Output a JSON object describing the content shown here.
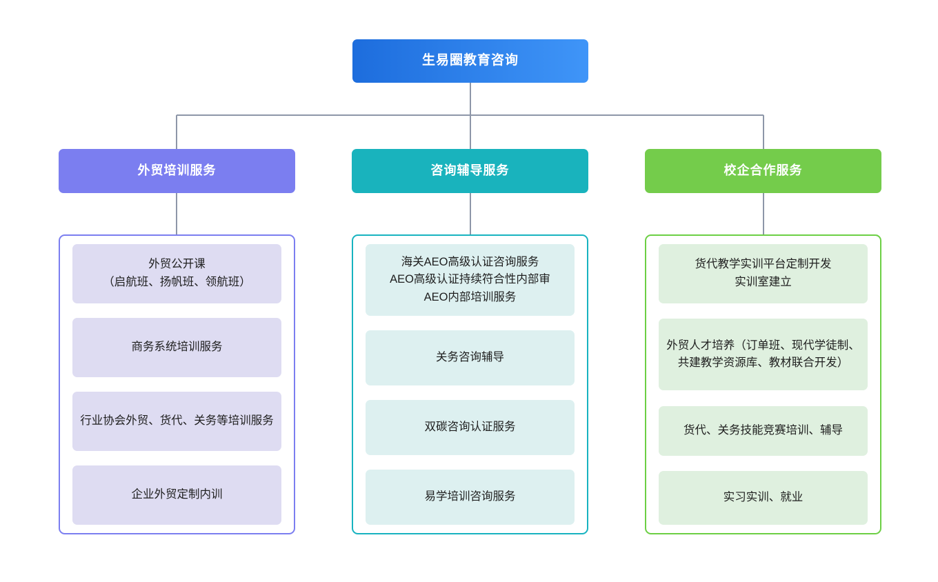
{
  "root": {
    "label": "生易圈教育咨询",
    "gradient_from": "#1d6ddd",
    "gradient_to": "#3f95f8",
    "text_color": "#ffffff"
  },
  "connector_color": "#8d96a8",
  "branches": [
    {
      "id": "foreign-trade-training",
      "label": "外贸培训服务",
      "header_color": "#7b7ef0",
      "border_color": "#7b7ef0",
      "leaf_fill": "#dedcf2",
      "items": [
        "外贸公开课\n（启航班、扬帆班、领航班）",
        "商务系统培训服务",
        "行业协会外贸、货代、关务等培训服务",
        "企业外贸定制内训"
      ]
    },
    {
      "id": "consulting-tutoring",
      "label": "咨询辅导服务",
      "header_color": "#19b3bd",
      "border_color": "#17b3c0",
      "leaf_fill": "#ddf0f0",
      "items": [
        "海关AEO高级认证咨询服务\nAEO高级认证持续符合性内部审\nAEO内部培训服务",
        "关务咨询辅导",
        "双碳咨询认证服务",
        "易学培训咨询服务"
      ]
    },
    {
      "id": "school-enterprise-cooperation",
      "label": "校企合作服务",
      "header_color": "#74cc4b",
      "border_color": "#6ccf44",
      "leaf_fill": "#dff0df",
      "items": [
        "货代教学实训平台定制开发\n实训室建立",
        "外贸人才培养（订单班、现代学徒制、共建教学资源库、教材联合开发）",
        "货代、关务技能竞赛培训、辅导",
        "实习实训、就业"
      ]
    }
  ]
}
